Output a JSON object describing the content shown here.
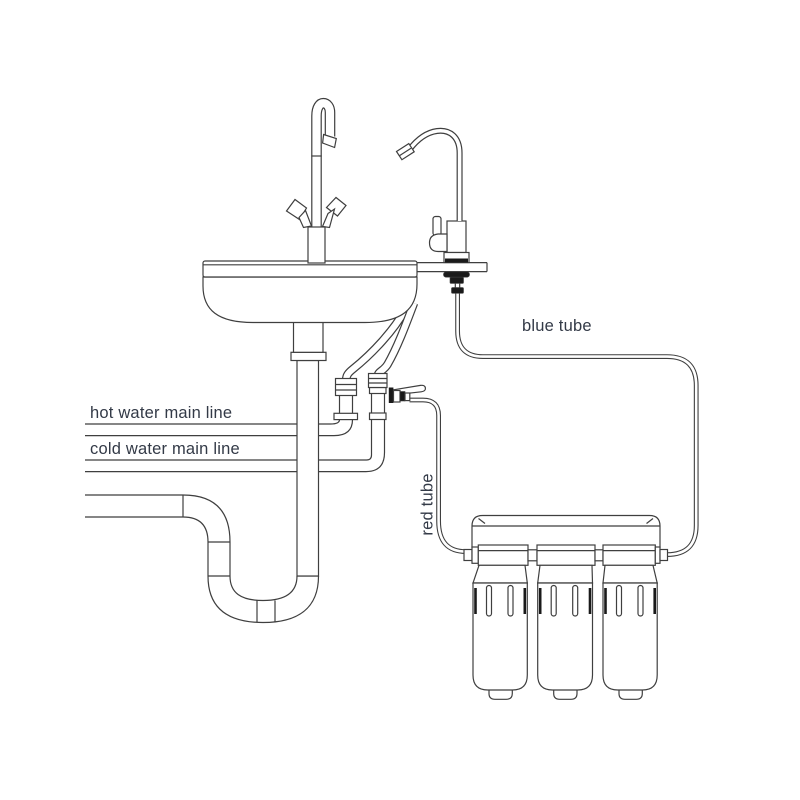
{
  "labels": {
    "hot_water": "hot water main line",
    "cold_water": "cold water main line",
    "blue_tube": "blue tube",
    "red_tube": "red tube"
  },
  "colors": {
    "background": "#ffffff",
    "line": "#3f3f3f",
    "dark_fill": "#1a1a1a",
    "text": "#333a47"
  }
}
